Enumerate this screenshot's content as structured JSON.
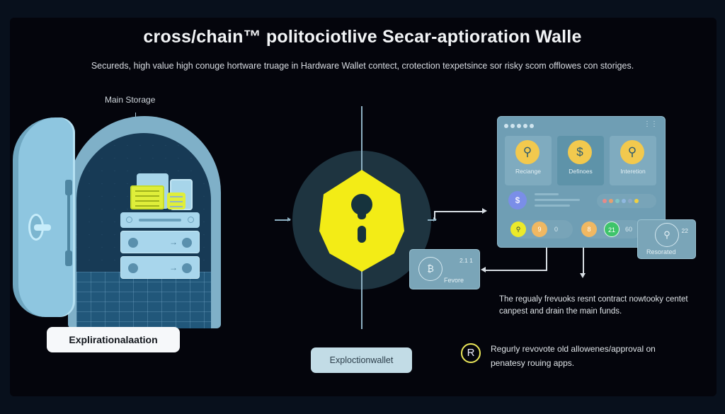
{
  "header": {
    "title": "cross/chain™ politociotlive Secar-aptioration Walle",
    "subtitle": "Secureds, high value high conuge hortware truage in Hardware Wallet contect, crotection texpetsince sor risky scom offlowes con storiges."
  },
  "vault": {
    "label": "Main Storage",
    "button_label": "Explirationalaation",
    "icons": [
      "vault-door-icon",
      "document-icon",
      "wallet-icon",
      "server-icon"
    ]
  },
  "center": {
    "icon": "keyhole-shield-icon",
    "button_label": "Exploctionwallet"
  },
  "dashboard": {
    "window_dots": 5,
    "tiles": [
      {
        "label": "Reciange",
        "icon": "keyhole-icon",
        "glyph": "⚲"
      },
      {
        "label": "Definoes",
        "icon": "dollar-icon",
        "glyph": "$"
      },
      {
        "label": "Interetion",
        "icon": "keyhole-icon",
        "glyph": "⚲"
      }
    ],
    "avatar_glyph": "$",
    "color_dots": [
      "#e58a8a",
      "#e5a070",
      "#7fc6c6",
      "#8fb8e0",
      "#8ea8c8",
      "#f0d040"
    ],
    "row_items": [
      {
        "type": "key",
        "value": ""
      },
      {
        "type": "coin",
        "glyph": "9",
        "value": "0"
      },
      {
        "type": "coin",
        "glyph": "8",
        "value": ""
      },
      {
        "type": "coin-green",
        "glyph": "21",
        "value": "60"
      }
    ]
  },
  "restored_card": {
    "label": "Resorated",
    "count": "22",
    "icon": "brush-icon"
  },
  "revoke_card": {
    "label": "Fevore",
    "count": "2.1 1",
    "icon_glyph": "₿",
    "icon": "bitcoin-icon"
  },
  "notes": {
    "warning": "The regualy frevuoks resnt contract nowtooky centet canpest and drain the main funds.",
    "badge": "R",
    "tip": "Regurly revovote old allowenes/approval on penatesy rouing apps."
  },
  "colors": {
    "background": "#08101c",
    "panel": "#04050c",
    "accent_yellow": "#f3ec16",
    "vault_blue": "#8ec6e0",
    "dashboard": "#6f9eb4"
  }
}
